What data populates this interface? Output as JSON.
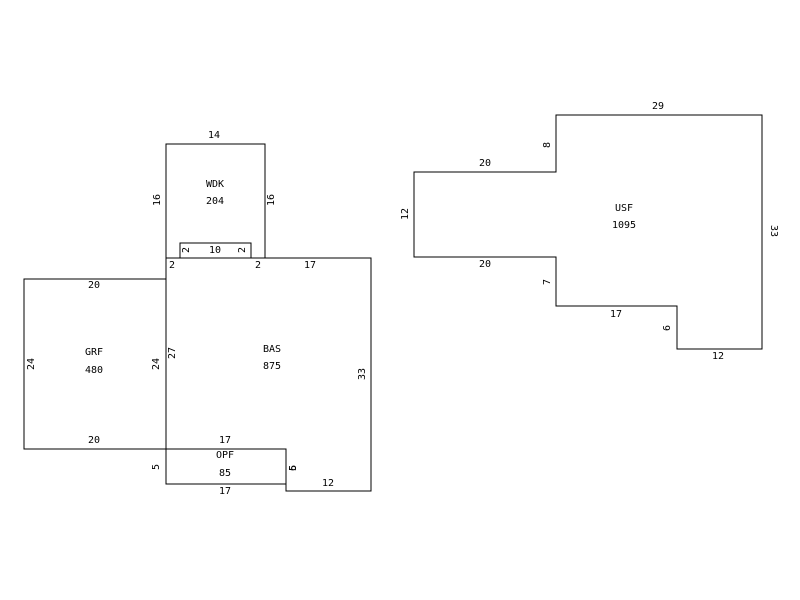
{
  "sketch": {
    "areas": {
      "wdk": {
        "code": "WDK",
        "area": "204"
      },
      "grf": {
        "code": "GRF",
        "area": "480"
      },
      "bas": {
        "code": "BAS",
        "area": "875"
      },
      "opf": {
        "code": "OPF",
        "area": "85"
      },
      "usf": {
        "code": "USF",
        "area": "1095"
      }
    },
    "dims": {
      "wdk_top": "14",
      "wdk_left": "16",
      "wdk_right": "16",
      "notch_left": "2",
      "notch_top": "10",
      "notch_right": "2",
      "bas_top_left": "2",
      "bas_top_mid": "2",
      "bas_top_right": "17",
      "bas_left": "27",
      "bas_right": "33",
      "bas_bottom_right": "12",
      "grf_top": "20",
      "grf_left": "24",
      "grf_right": "24",
      "grf_bottom": "20",
      "opf_top": "17",
      "opf_left": "5",
      "opf_right": "5",
      "opf_right_b": "6",
      "opf_bottom": "17",
      "usf_top": "29",
      "usf_upper_left": "8",
      "usf_left_top": "20",
      "usf_left": "12",
      "usf_left_bottom": "20",
      "usf_lower_left": "7",
      "usf_bottom_mid": "17",
      "usf_step": "6",
      "usf_bottom_right": "12",
      "usf_right": "33"
    }
  }
}
